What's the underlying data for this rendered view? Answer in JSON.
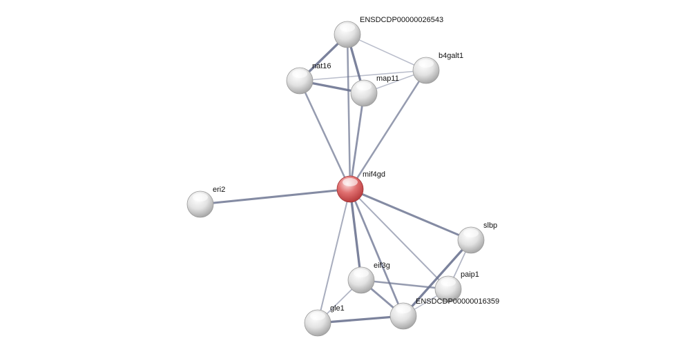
{
  "network": {
    "colors": {
      "query_node": "#d9595b",
      "node": "#d8d8d8",
      "edge": "#6b7390"
    },
    "nodes": [
      {
        "id": "ENSDCDP00000026543",
        "label": "ENSDCDP00000026543",
        "query": false
      },
      {
        "id": "nat16",
        "label": "nat16",
        "query": false
      },
      {
        "id": "b4galt1",
        "label": "b4galt1",
        "query": false
      },
      {
        "id": "map11",
        "label": "map11",
        "query": false
      },
      {
        "id": "mif4gd",
        "label": "mif4gd",
        "query": true
      },
      {
        "id": "eri2",
        "label": "eri2",
        "query": false
      },
      {
        "id": "slbp",
        "label": "slbp",
        "query": false
      },
      {
        "id": "eif3g",
        "label": "eif3g",
        "query": false
      },
      {
        "id": "gle1",
        "label": "gle1",
        "query": false
      },
      {
        "id": "ENSDCDP00000016359",
        "label": "ENSDCDP00000016359",
        "query": false
      },
      {
        "id": "paip1",
        "label": "paip1",
        "query": false
      }
    ],
    "edges": [
      [
        "ENSDCDP00000026543",
        "nat16",
        0.9
      ],
      [
        "ENSDCDP00000026543",
        "map11",
        0.9
      ],
      [
        "ENSDCDP00000026543",
        "b4galt1",
        0.2
      ],
      [
        "ENSDCDP00000026543",
        "mif4gd",
        0.6
      ],
      [
        "nat16",
        "map11",
        0.9
      ],
      [
        "nat16",
        "b4galt1",
        0.2
      ],
      [
        "map11",
        "b4galt1",
        0.2
      ],
      [
        "nat16",
        "mif4gd",
        0.6
      ],
      [
        "map11",
        "mif4gd",
        0.7
      ],
      [
        "b4galt1",
        "mif4gd",
        0.6
      ],
      [
        "mif4gd",
        "eri2",
        0.8
      ],
      [
        "mif4gd",
        "slbp",
        0.8
      ],
      [
        "mif4gd",
        "eif3g",
        0.9
      ],
      [
        "mif4gd",
        "ENSDCDP00000016359",
        0.7
      ],
      [
        "mif4gd",
        "paip1",
        0.4
      ],
      [
        "mif4gd",
        "gle1",
        0.4
      ],
      [
        "slbp",
        "ENSDCDP00000016359",
        0.9
      ],
      [
        "slbp",
        "paip1",
        0.3
      ],
      [
        "eif3g",
        "paip1",
        0.6
      ],
      [
        "eif3g",
        "ENSDCDP00000016359",
        0.7
      ],
      [
        "eif3g",
        "gle1",
        0.3
      ],
      [
        "gle1",
        "ENSDCDP00000016359",
        0.9
      ],
      [
        "paip1",
        "ENSDCDP00000016359",
        0.2
      ]
    ]
  }
}
